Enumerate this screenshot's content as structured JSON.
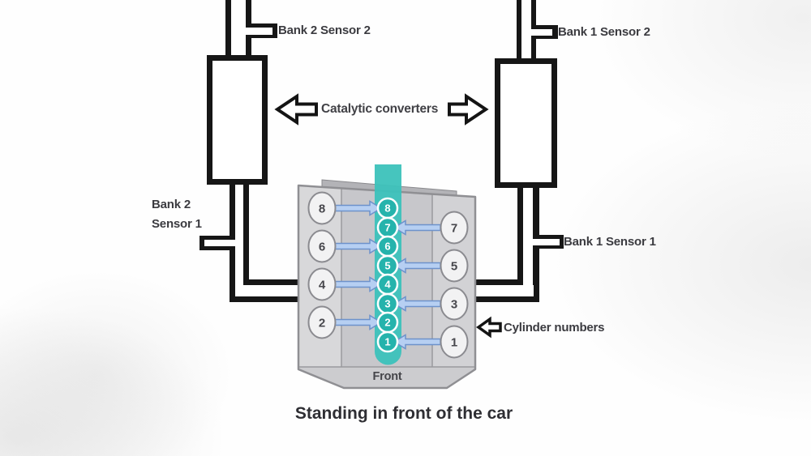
{
  "labels": {
    "bank2_sensor2": "Bank 2 Sensor 2",
    "bank1_sensor2": "Bank 1 Sensor 2",
    "bank2_sensor1_line1": "Bank 2",
    "bank2_sensor1_line2": "Sensor 1",
    "bank1_sensor1": "Bank 1 Sensor 1",
    "catalytic_converters": "Catalytic converters",
    "cylinder_numbers": "Cylinder numbers",
    "front": "Front",
    "caption": "Standing in front of the car"
  },
  "engine": {
    "left_bank_cylinders": [
      "8",
      "6",
      "4",
      "2"
    ],
    "right_bank_cylinders": [
      "7",
      "5",
      "3",
      "1"
    ],
    "center_column_cylinders": [
      "8",
      "7",
      "6",
      "5",
      "4",
      "3",
      "2",
      "1"
    ]
  },
  "icons": {
    "catalytic_left": "outline-arrow-left-icon",
    "catalytic_right": "outline-arrow-right-icon",
    "cylinder_pointer": "outline-arrow-left-icon",
    "flow_arrows": "blue-flow-arrow"
  },
  "colors": {
    "pipe_outline": "#161616",
    "converter_fill": "#ffffff",
    "engine_panel_light": "#d8d8da",
    "engine_panel_mid": "#c7c7cb",
    "engine_back_plate": "#b3b3b7",
    "teal_stripe": "#3cc2bb",
    "teal_circle": "#25b3ac",
    "flow_arrow_fill": "#b6cff2",
    "flow_arrow_stroke": "#6d92cb",
    "text": "#3b3b40"
  }
}
